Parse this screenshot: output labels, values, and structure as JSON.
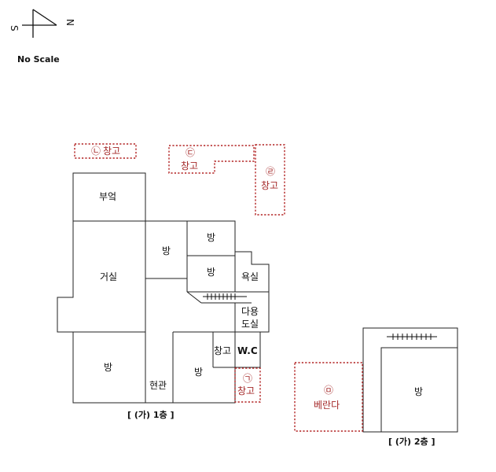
{
  "compass": {
    "south": "S",
    "north": "N"
  },
  "scale_note": "No Scale",
  "floor1": {
    "caption": "[ (가) 1층 ]",
    "rooms": {
      "kitchen": "부엌",
      "living": "거실",
      "room_center": "방",
      "room_upper_right": "방",
      "room_middle_right": "방",
      "room_bottom_left": "방",
      "room_bottom_center": "방",
      "bathroom": "욕실",
      "multi_line1": "다용",
      "multi_line2": "도실",
      "storage": "창고",
      "wc": "W.C",
      "entrance": "현관"
    },
    "annex": {
      "a_mark": "㉠",
      "a_label": "창고",
      "b_mark": "㉡",
      "b_label": "창고",
      "c_mark": "㉢",
      "c_label": "창고",
      "d_mark": "㉣",
      "d_label": "창고"
    }
  },
  "floor2": {
    "caption": "[ (가) 2층 ]",
    "room": "방",
    "balcony_mark": "㉤",
    "balcony_label": "베란다"
  },
  "colors": {
    "wall": "#222222",
    "annex": "#b22222",
    "annex_text": "#a52a2a"
  }
}
